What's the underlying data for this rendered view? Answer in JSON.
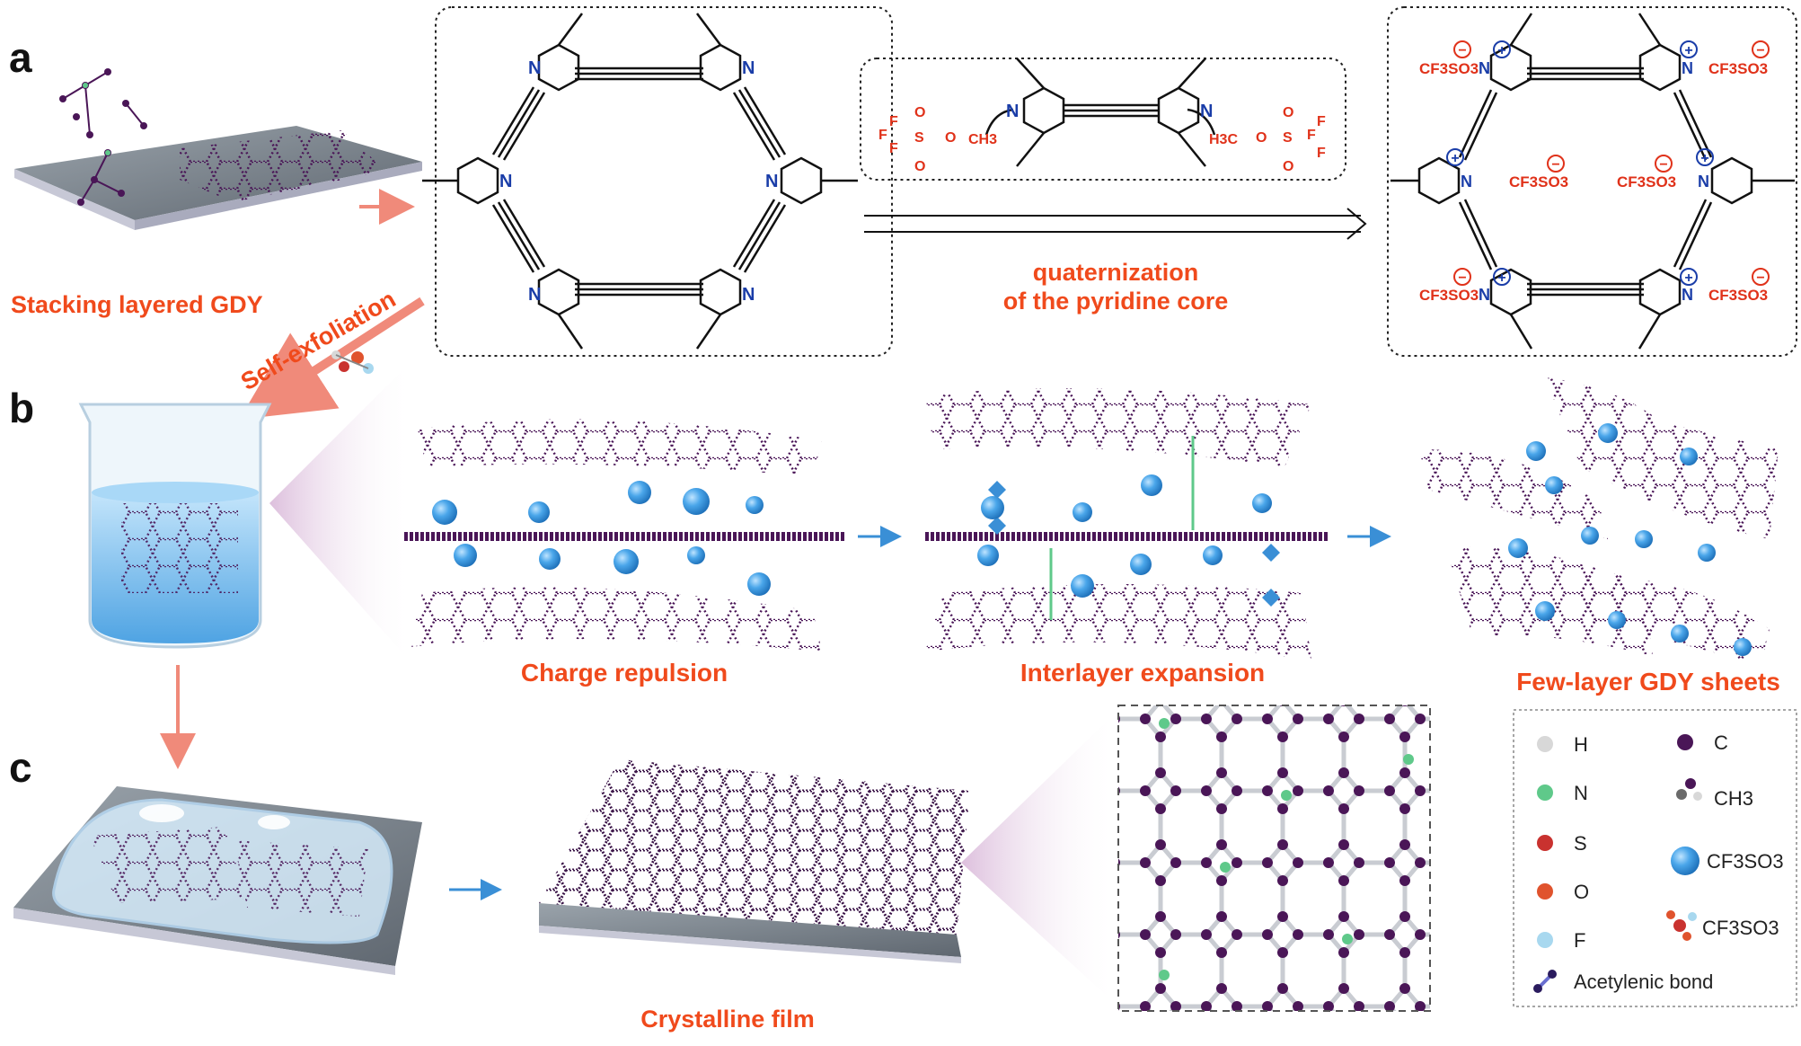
{
  "panels": {
    "a": {
      "letter": "a",
      "substrate_label": "Stacking layered GDY",
      "exfoliation_label": "Self-exfoliation",
      "reaction_line1": "quaternization",
      "reaction_line2": "of the pyridine core"
    },
    "b": {
      "letter": "b",
      "stage1_label": "Charge repulsion",
      "stage2_label": "Interlayer expansion",
      "stage3_label": "Few-layer GDY sheets"
    },
    "c": {
      "letter": "c",
      "film_label": "Crystalline film"
    }
  },
  "chem": {
    "N": "N",
    "triflate": "CF3SO3",
    "methyl": "H3C",
    "ch3": "CH3",
    "plus": "+",
    "minus": "−",
    "methyl_triflate_left": [
      "F",
      "F",
      "F",
      "S",
      "O",
      "O",
      "O",
      "CH3"
    ],
    "methyl_triflate_right": [
      "F",
      "F",
      "F",
      "S",
      "O",
      "O",
      "O",
      "H3C"
    ]
  },
  "legend": {
    "items": [
      {
        "label": "H",
        "color": "#d8d8d8"
      },
      {
        "label": "C",
        "color": "#4a1657"
      },
      {
        "label": "N",
        "color": "#5fc98a"
      },
      {
        "label": "CH3",
        "color": "#6a6a6a"
      },
      {
        "label": "S",
        "color": "#c9322f"
      },
      {
        "label": "CF3SO3",
        "color": "#3f9de0"
      },
      {
        "label": "O",
        "color": "#e0532d"
      },
      {
        "label": "CF3SO3",
        "color": "#c9322f"
      },
      {
        "label": "F",
        "color": "#a8d8ef"
      },
      {
        "label": "Acetylenic bond",
        "color": "#2a1b5e"
      }
    ]
  },
  "colors": {
    "accent_red": "#f04a1c",
    "carbon": "#4a1657",
    "nitrogen": "#5fc98a",
    "ion": "#3f9de0",
    "arrow": "#f08a7a",
    "blue_arrow": "#3a8fd6"
  }
}
